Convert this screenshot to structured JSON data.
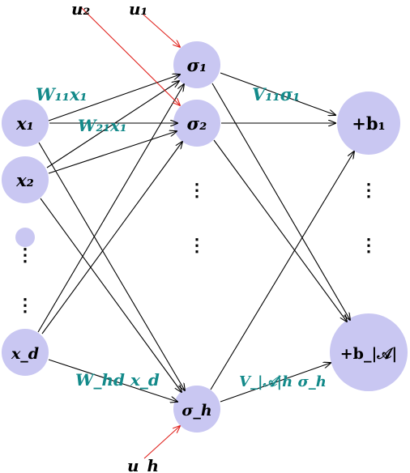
{
  "nodes": {
    "x1": "x₁",
    "x2": "x₂",
    "xd": "x_d",
    "sigma1": "σ₁",
    "sigma2": "σ₂",
    "sigmah": "σ_h",
    "b1": "+b₁",
    "bA": "+b_|𝒜|"
  },
  "inputs": {
    "u1": "u₁",
    "u2": "u₂",
    "uh": "u_h"
  },
  "weights": {
    "w11": "W₁₁x₁",
    "w21": "W₂₁x₁",
    "whd": "W_hd x_d",
    "v11": "V₁₁σ₁",
    "vah": "V_|𝒜|h σ_h"
  },
  "ellipsis": "⋮",
  "colors": {
    "node_fill": "#c9c7f2",
    "teal_label": "#138a8a",
    "red_arrow": "#e0201b"
  }
}
